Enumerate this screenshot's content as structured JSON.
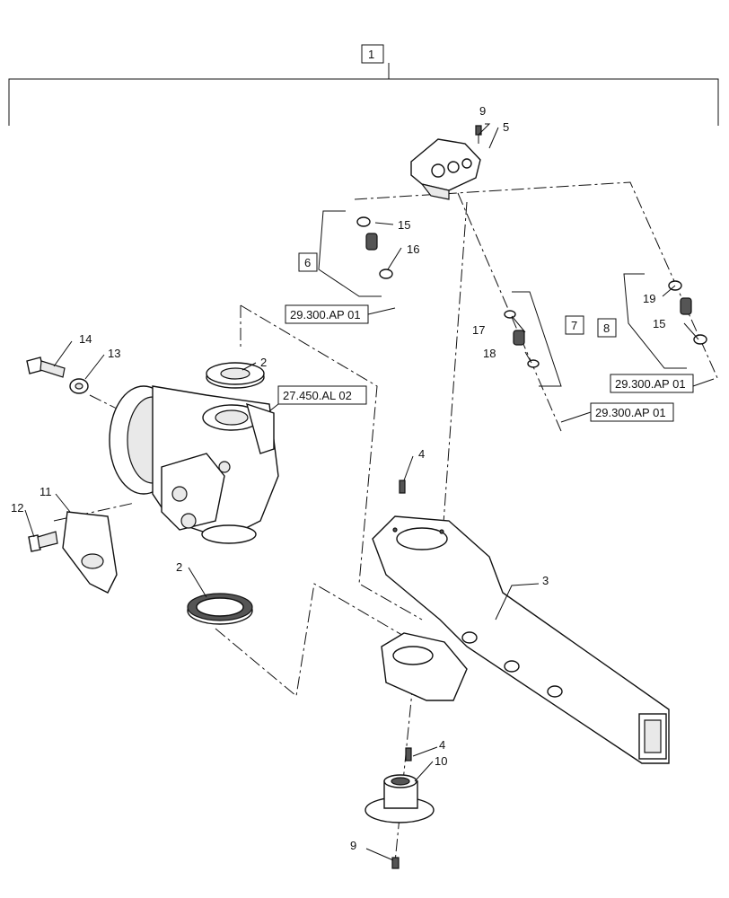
{
  "callouts": {
    "c1": "1",
    "c2a": "2",
    "c2b": "2",
    "c3": "3",
    "c4a": "4",
    "c4b": "4",
    "c5": "5",
    "c6": "6",
    "c7": "7",
    "c8": "8",
    "c9a": "9",
    "c9b": "9",
    "c10": "10",
    "c11": "11",
    "c12": "12",
    "c13": "13",
    "c14": "14",
    "c15a": "15",
    "c15b": "15",
    "c16": "16",
    "c17": "17",
    "c18": "18",
    "c19": "19"
  },
  "references": {
    "r1": "29.300.AP 01",
    "r2": "27.450.AL 02",
    "r3": "29.300.AP 01",
    "r4": "29.300.AP 01"
  }
}
